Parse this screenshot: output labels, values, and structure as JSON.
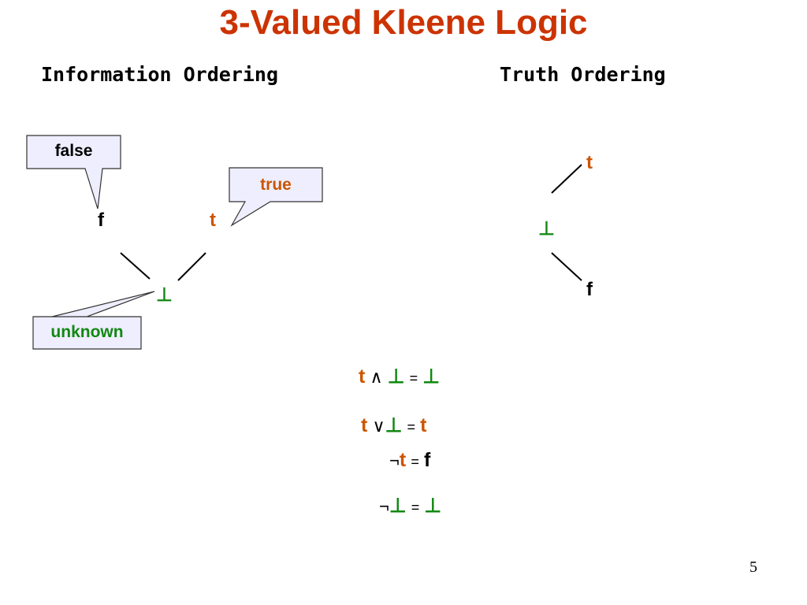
{
  "title": "3-Valued Kleene Logic",
  "info_ordering": {
    "heading": "Information Ordering",
    "nodes": {
      "f": "f",
      "t": "t",
      "bottom": "⊥"
    },
    "callouts": {
      "false": "false",
      "true": "true",
      "unknown": "unknown"
    }
  },
  "truth_ordering": {
    "heading": "Truth Ordering",
    "nodes": {
      "t": "t",
      "bottom": "⊥",
      "f": "f"
    }
  },
  "equations": [
    {
      "a": "t",
      "op": "∧",
      "b": "⊥",
      "eq": "=",
      "r": "⊥"
    },
    {
      "a": "t",
      "op": "∨",
      "b": "⊥",
      "eq": "=",
      "r": "t"
    },
    {
      "neg": "¬",
      "a": "t",
      "eq": "=",
      "r": "f"
    },
    {
      "neg": "¬",
      "a": "⊥",
      "eq": "=",
      "r": "⊥"
    }
  ],
  "page_number": "5",
  "colors": {
    "title": "#CC3300",
    "true_value": "#CC5500",
    "unknown_value": "#118811",
    "callout_fill": "#EEEEFF"
  }
}
